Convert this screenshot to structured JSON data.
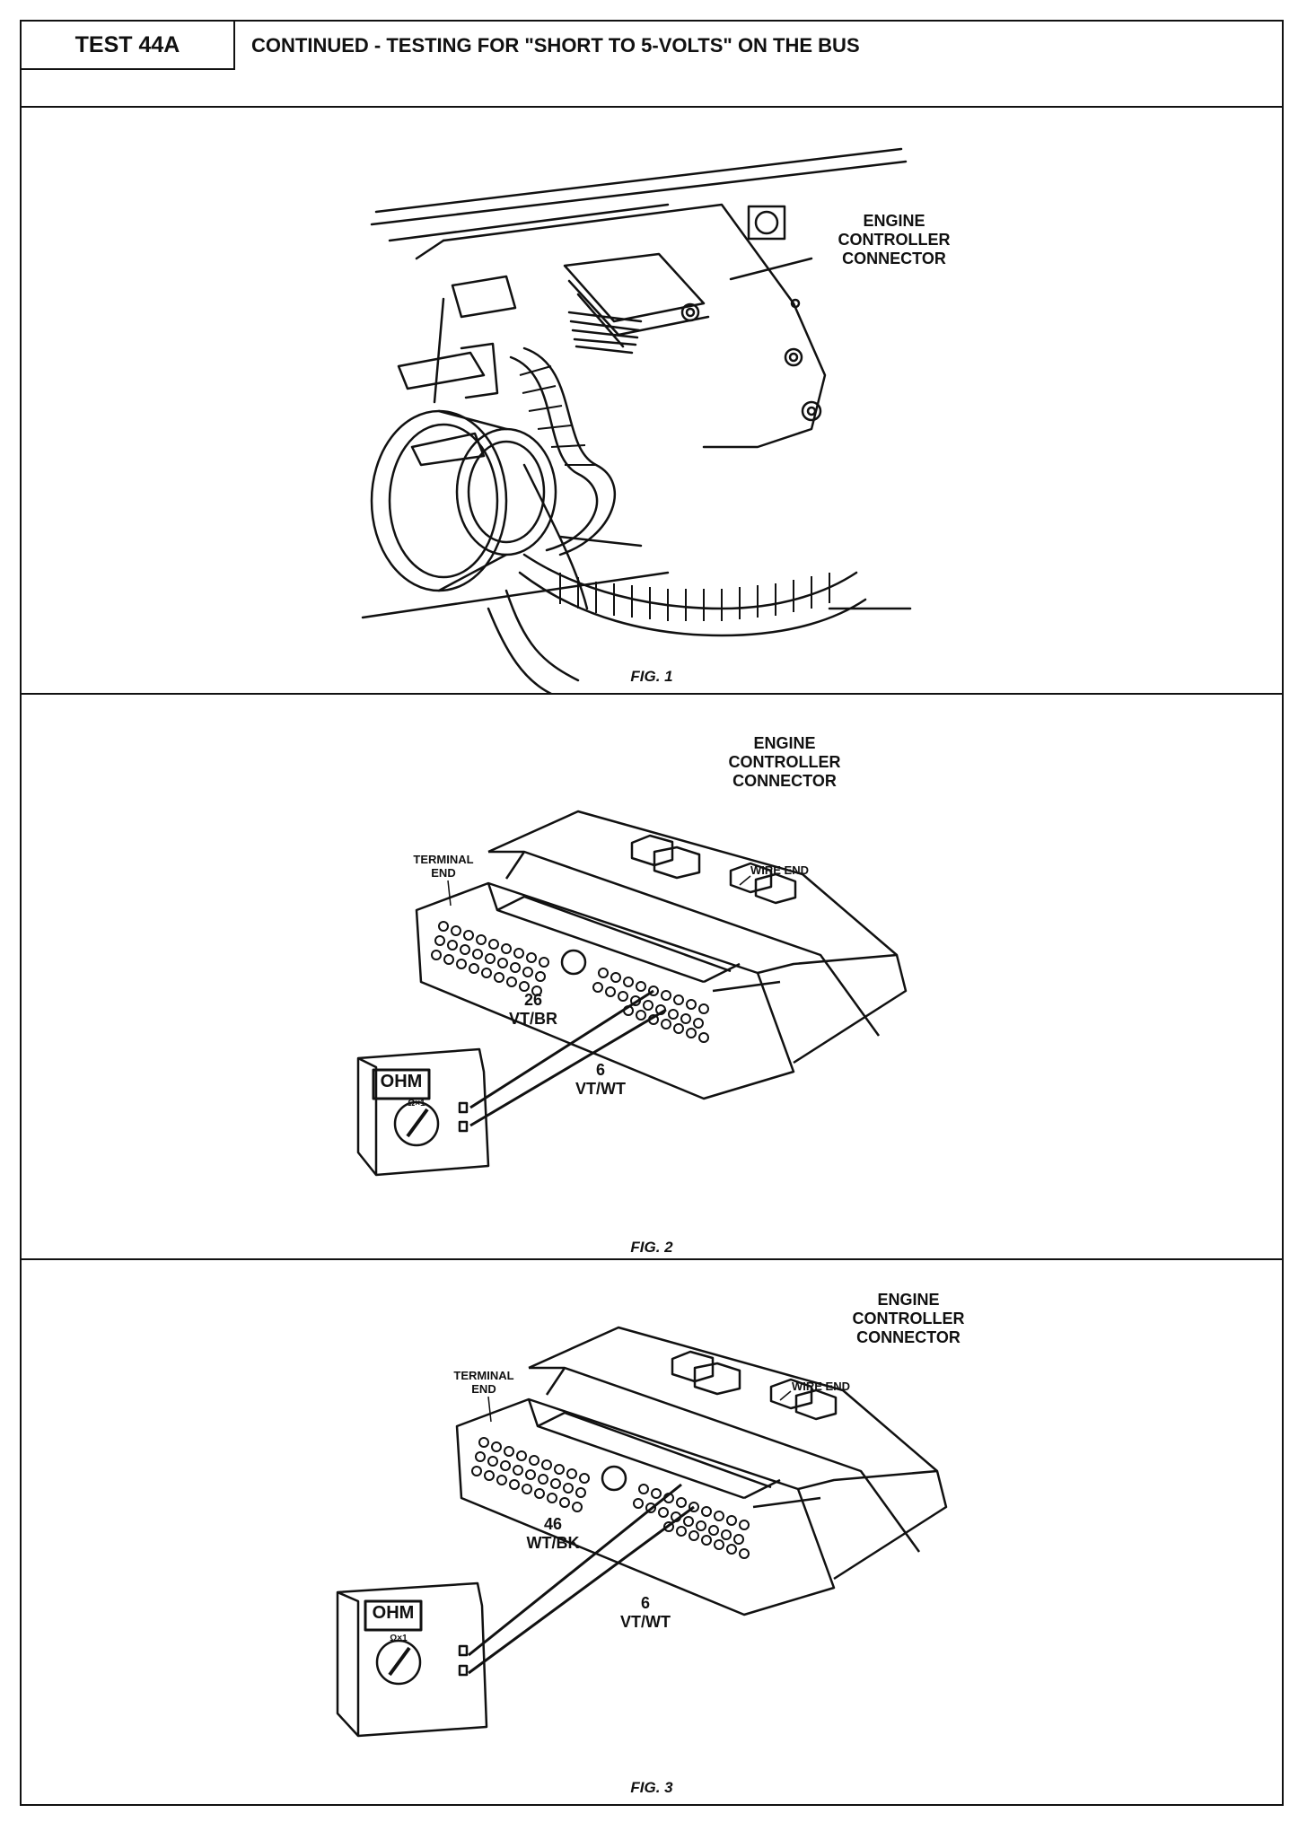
{
  "header": {
    "test_label": "TEST 44A",
    "title": "CONTINUED - TESTING FOR \"SHORT TO 5-VOLTS\" ON THE BUS"
  },
  "fig1": {
    "caption": "FIG. 1",
    "connector_label": [
      "ENGINE",
      "CONTROLLER",
      "CONNECTOR"
    ]
  },
  "fig2": {
    "caption": "FIG. 2",
    "connector_label": [
      "ENGINE",
      "CONTROLLER",
      "CONNECTOR"
    ],
    "terminal_end": [
      "TERMINAL",
      "END"
    ],
    "wire_end": "WIRE END",
    "pin_a": {
      "number": "26",
      "color": "VT/BR"
    },
    "pin_b": {
      "number": "6",
      "color": "VT/WT"
    },
    "meter": {
      "display": "OHM",
      "range": "Ω×1"
    }
  },
  "fig3": {
    "caption": "FIG. 3",
    "connector_label": [
      "ENGINE",
      "CONTROLLER",
      "CONNECTOR"
    ],
    "terminal_end": [
      "TERMINAL",
      "END"
    ],
    "wire_end": "WIRE END",
    "pin_a": {
      "number": "46",
      "color": "WT/BK"
    },
    "pin_b": {
      "number": "6",
      "color": "VT/WT"
    },
    "meter": {
      "display": "OHM",
      "range": "Ω×1"
    }
  }
}
